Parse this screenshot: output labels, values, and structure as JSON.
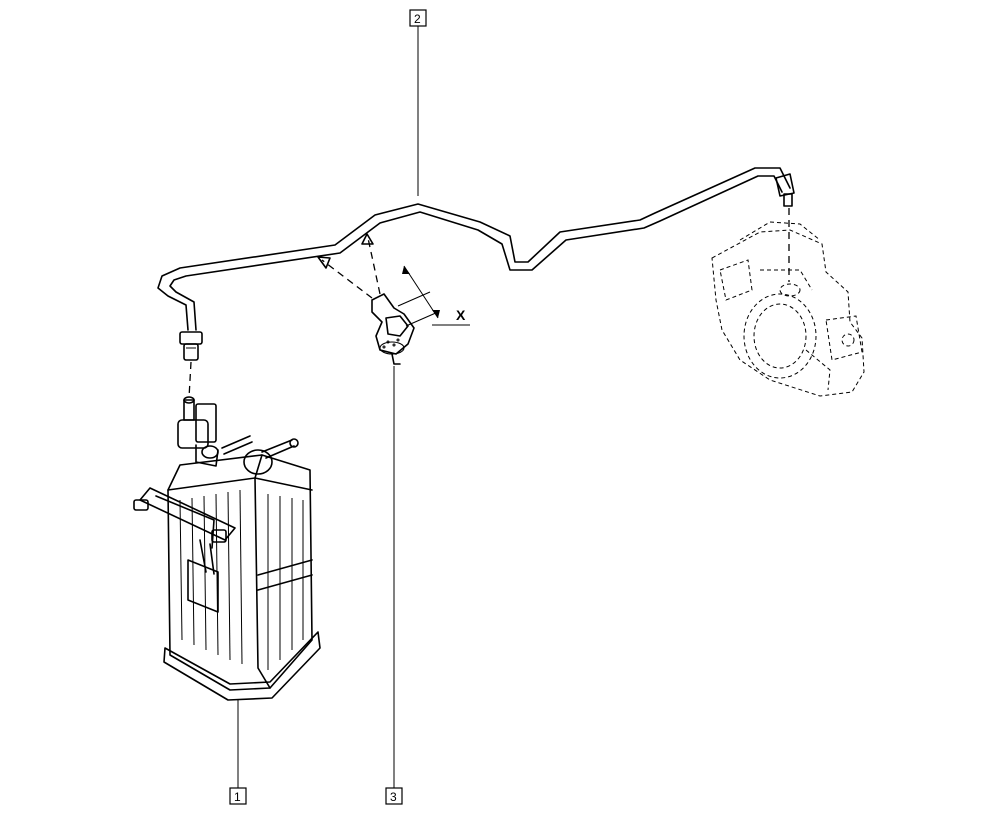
{
  "callouts": [
    {
      "id": "1",
      "label": "1"
    },
    {
      "id": "2",
      "label": "2"
    },
    {
      "id": "3",
      "label": "3"
    }
  ],
  "dimension_label": "X"
}
